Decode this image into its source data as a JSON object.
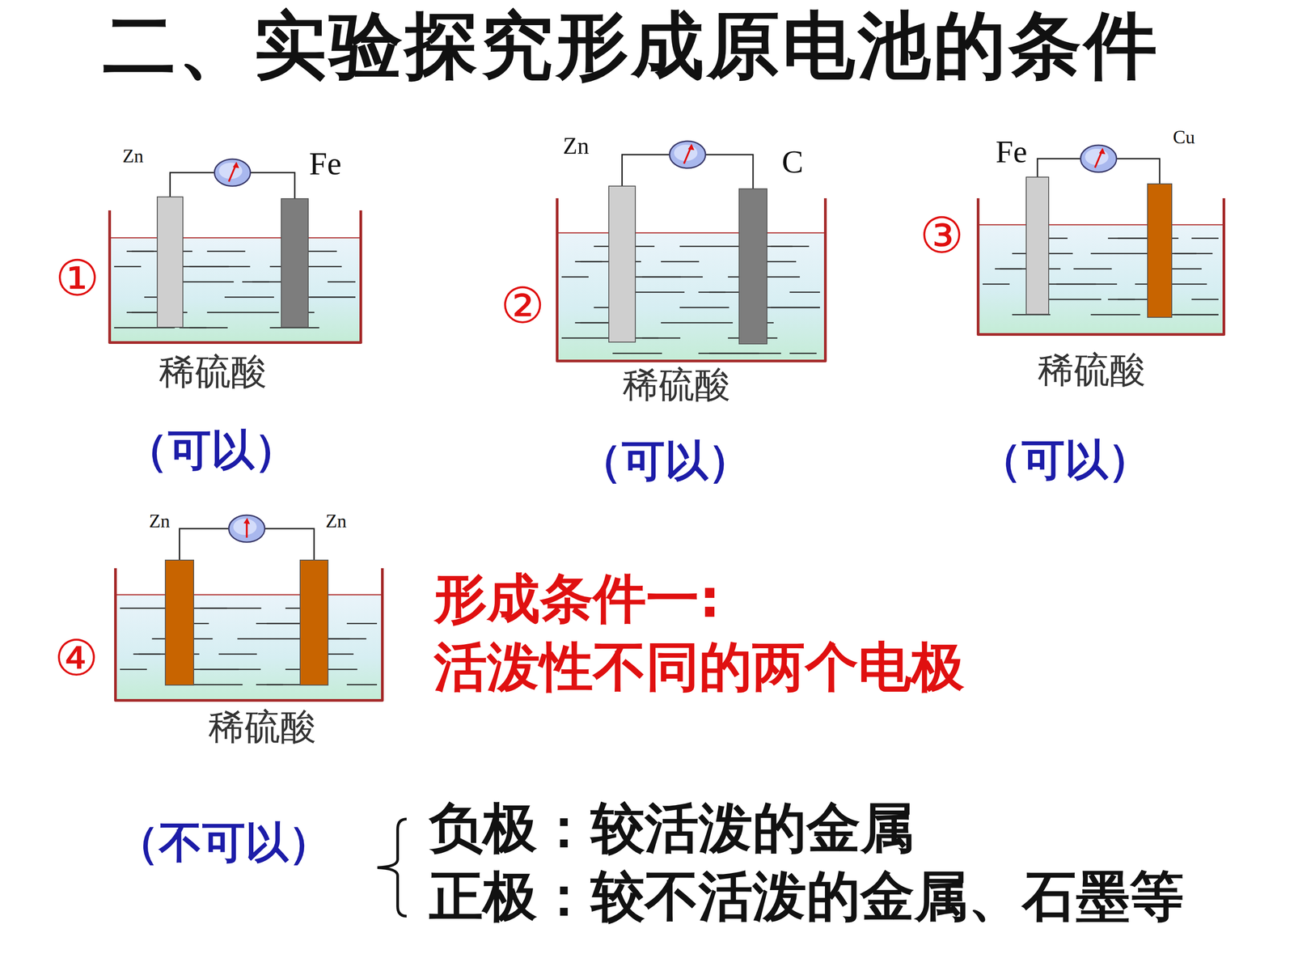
{
  "diagram": {
    "title": "二、实验探究形成原电池的条件",
    "nodes": [
      {
        "text": [
          "Zn"
        ]
      },
      {
        "text": [
          "Fe"
        ]
      },
      {
        "text": [
          "Zn"
        ]
      },
      {
        "text": [
          "C"
        ]
      },
      {
        "text": [
          "Fe"
        ]
      },
      {
        "text": [
          "Cu"
        ]
      },
      {
        "text": [
          "Zn"
        ]
      },
      {
        "text": [
          "Zn"
        ]
      }
    ],
    "edges": [
      {
        "from": 0,
        "to": 1,
        "arrow": "none"
      },
      {
        "from": 2,
        "to": 3,
        "arrow": "none"
      },
      {
        "from": 4,
        "to": 5,
        "arrow": "none"
      },
      {
        "from": 6,
        "to": 7,
        "arrow": "none"
      }
    ],
    "labels": [
      "①",
      "稀硫酸",
      "（可以）",
      "②",
      "稀硫酸",
      "（可以）",
      "③",
      "稀硫酸",
      "（可以）",
      "④",
      "稀硫酸",
      "（不可以）",
      "形成条件一:",
      "活泼性不同的两个电极",
      "负极：较活泼的金属",
      "正极：较不活泼的金属、石墨等"
    ]
  }
}
